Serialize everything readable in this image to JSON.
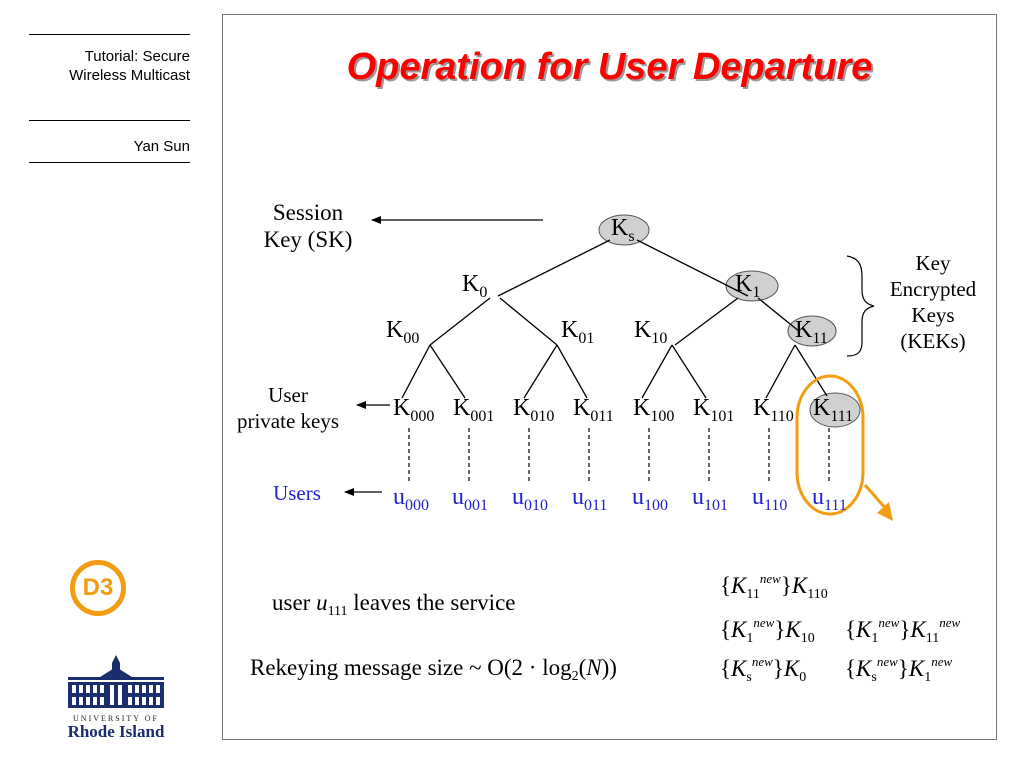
{
  "sidebar": {
    "course_line1": "Tutorial: Secure",
    "course_line2": "Wireless Multicast",
    "author": "Yan Sun"
  },
  "slide": {
    "title": "Operation for User Departure"
  },
  "tree": {
    "root": "K",
    "root_sub": "s",
    "level1": [
      {
        "k": "K",
        "s": "0"
      },
      {
        "k": "K",
        "s": "1"
      }
    ],
    "level2": [
      {
        "k": "K",
        "s": "00"
      },
      {
        "k": "K",
        "s": "01"
      },
      {
        "k": "K",
        "s": "10"
      },
      {
        "k": "K",
        "s": "11"
      }
    ],
    "leaves": [
      {
        "k": "K",
        "s": "000"
      },
      {
        "k": "K",
        "s": "001"
      },
      {
        "k": "K",
        "s": "010"
      },
      {
        "k": "K",
        "s": "011"
      },
      {
        "k": "K",
        "s": "100"
      },
      {
        "k": "K",
        "s": "101"
      },
      {
        "k": "K",
        "s": "110"
      },
      {
        "k": "K",
        "s": "111"
      }
    ],
    "users": [
      {
        "u": "u",
        "s": "000"
      },
      {
        "u": "u",
        "s": "001"
      },
      {
        "u": "u",
        "s": "010"
      },
      {
        "u": "u",
        "s": "011"
      },
      {
        "u": "u",
        "s": "100"
      },
      {
        "u": "u",
        "s": "101"
      },
      {
        "u": "u",
        "s": "110"
      },
      {
        "u": "u",
        "s": "111"
      }
    ]
  },
  "labels": {
    "session_line1": "Session",
    "session_line2": "Key (SK)",
    "user_keys_line1": "User",
    "user_keys_line2": "private keys",
    "users": "Users",
    "kek_line1": "Key",
    "kek_line2": "Encrypted",
    "kek_line3": "Keys",
    "kek_line4": "(KEKs)"
  },
  "statement": {
    "prefix": "user ",
    "var": "u",
    "sub": "111",
    "suffix": " leaves the service"
  },
  "rekey": {
    "text": "Rekeying message size  ~ O(2 · log",
    "sub": "2",
    "tail_open": "(",
    "var": "N",
    "tail_close": "))"
  },
  "messages": {
    "new": "new",
    "m1": {
      "k": "K",
      "sub": "11",
      "enc": "K",
      "enc_sub": "110"
    },
    "m2": {
      "k": "K",
      "sub": "1",
      "enc": "K",
      "enc_sub": "10"
    },
    "m3": {
      "k": "K",
      "sub": "1",
      "enc": "K",
      "enc_sub": "11"
    },
    "m4": {
      "k": "K",
      "sub": "s",
      "enc": "K",
      "enc_sub": "0"
    },
    "m5": {
      "k": "K",
      "sub": "s",
      "enc": "K",
      "enc_sub": "1"
    }
  },
  "logos": {
    "badge": "D3",
    "university_small": "UNIVERSITY OF",
    "university_name": "Rhode Island"
  },
  "colors": {
    "title": "#ff0000",
    "users": "#2222cc",
    "highlight": "#f39c12",
    "node_fill": "#d0d0d0"
  }
}
